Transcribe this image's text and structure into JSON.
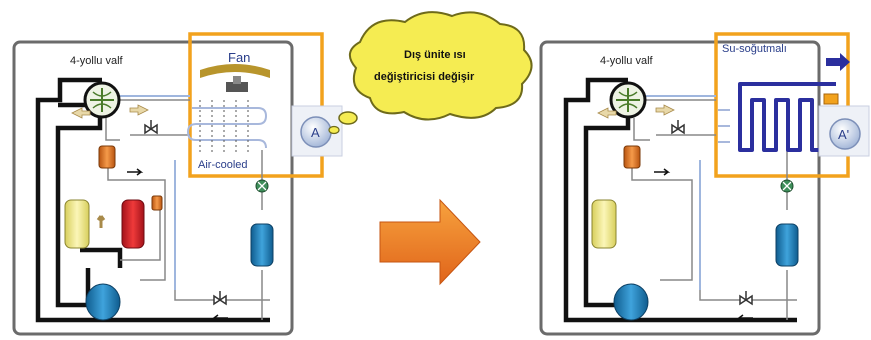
{
  "left_unit": {
    "valve_label": "4-yollu valf",
    "fan_label": "Fan",
    "exchanger_label": "Air-cooled",
    "circle_label": "A"
  },
  "right_unit": {
    "valve_label": "4-yollu valf",
    "exchanger_label": "Su-soğutmalı",
    "circle_label": "A'"
  },
  "callout": {
    "line1": "Dış ünite ısı",
    "line2": "değiştiricisi değişir"
  },
  "colors": {
    "frame": "#6b6b6b",
    "exchanger_box": "#f2a21d",
    "pipe": "#111111",
    "cloud": "#f5ec52",
    "arrow": "#f07f1c",
    "water_coil": "#2b2f9e",
    "tank_blue": "#1f7fb8",
    "tank_yellow": "#f3ea88",
    "tank_red": "#d8202a",
    "tank_orange": "#e8731e"
  },
  "icons": [
    "four-way-valve-icon",
    "expansion-valve-icon",
    "fan-icon",
    "solenoid-valve-icon"
  ]
}
